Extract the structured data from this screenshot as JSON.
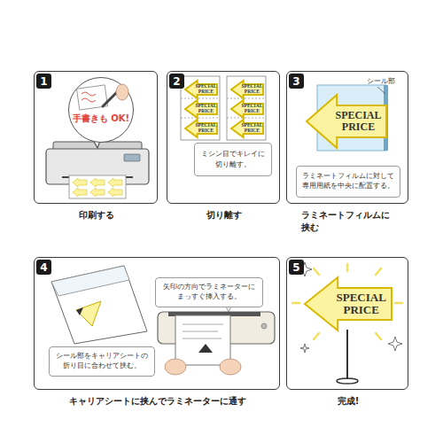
{
  "diagram": {
    "nodes": [
      {
        "text": [
          "印刷する"
        ]
      },
      {
        "text": [
          "1"
        ],
        "in": 0
      },
      {
        "text": [
          "手書きも OK!"
        ],
        "in": 0
      },
      {
        "text": [
          "切り離す"
        ]
      },
      {
        "text": [
          "2"
        ],
        "in": 3
      },
      {
        "text": [
          "SPECIAL PRICE"
        ],
        "in": 3
      },
      {
        "text": [
          "SPECIAL PRICE"
        ],
        "in": 3
      },
      {
        "text": [
          "SPECIAL PRICE"
        ],
        "in": 3
      },
      {
        "text": [
          "SPECIAL PRICE"
        ],
        "in": 3
      },
      {
        "text": [
          "SPECIAL PRICE"
        ],
        "in": 3
      },
      {
        "text": [
          "SPECIAL PRICE"
        ],
        "in": 3
      },
      {
        "text": [
          "ミシン目でキレイに 切り離す。"
        ],
        "in": 3
      },
      {
        "text": [
          "ラミネートフィルムに 挟む"
        ]
      },
      {
        "text": [
          "3"
        ],
        "in": 12
      },
      {
        "text": [
          "SPECIAL PRICE"
        ],
        "in": 12
      },
      {
        "text": [
          "ラミネートフィルムに対して 専用用紙を中央に配置する。"
        ],
        "in": 12
      },
      {
        "text": [
          "キャリアシートに挟んでラミネーターに通す"
        ]
      },
      {
        "text": [
          "4"
        ],
        "in": 16
      },
      {
        "text": [
          "矢印の方向でラミネーターに まっすぐ挿入する。"
        ],
        "in": 16
      },
      {
        "text": [
          "シール部をキャリアシートの 折り目に合わせて挟む。"
        ],
        "in": 16
      },
      {
        "text": [
          "完成!"
        ]
      },
      {
        "text": [
          "5"
        ],
        "in": 20
      },
      {
        "text": [
          "SPECIAL PRICE"
        ],
        "in": 20
      }
    ],
    "labels": [
      "シール部"
    ]
  }
}
